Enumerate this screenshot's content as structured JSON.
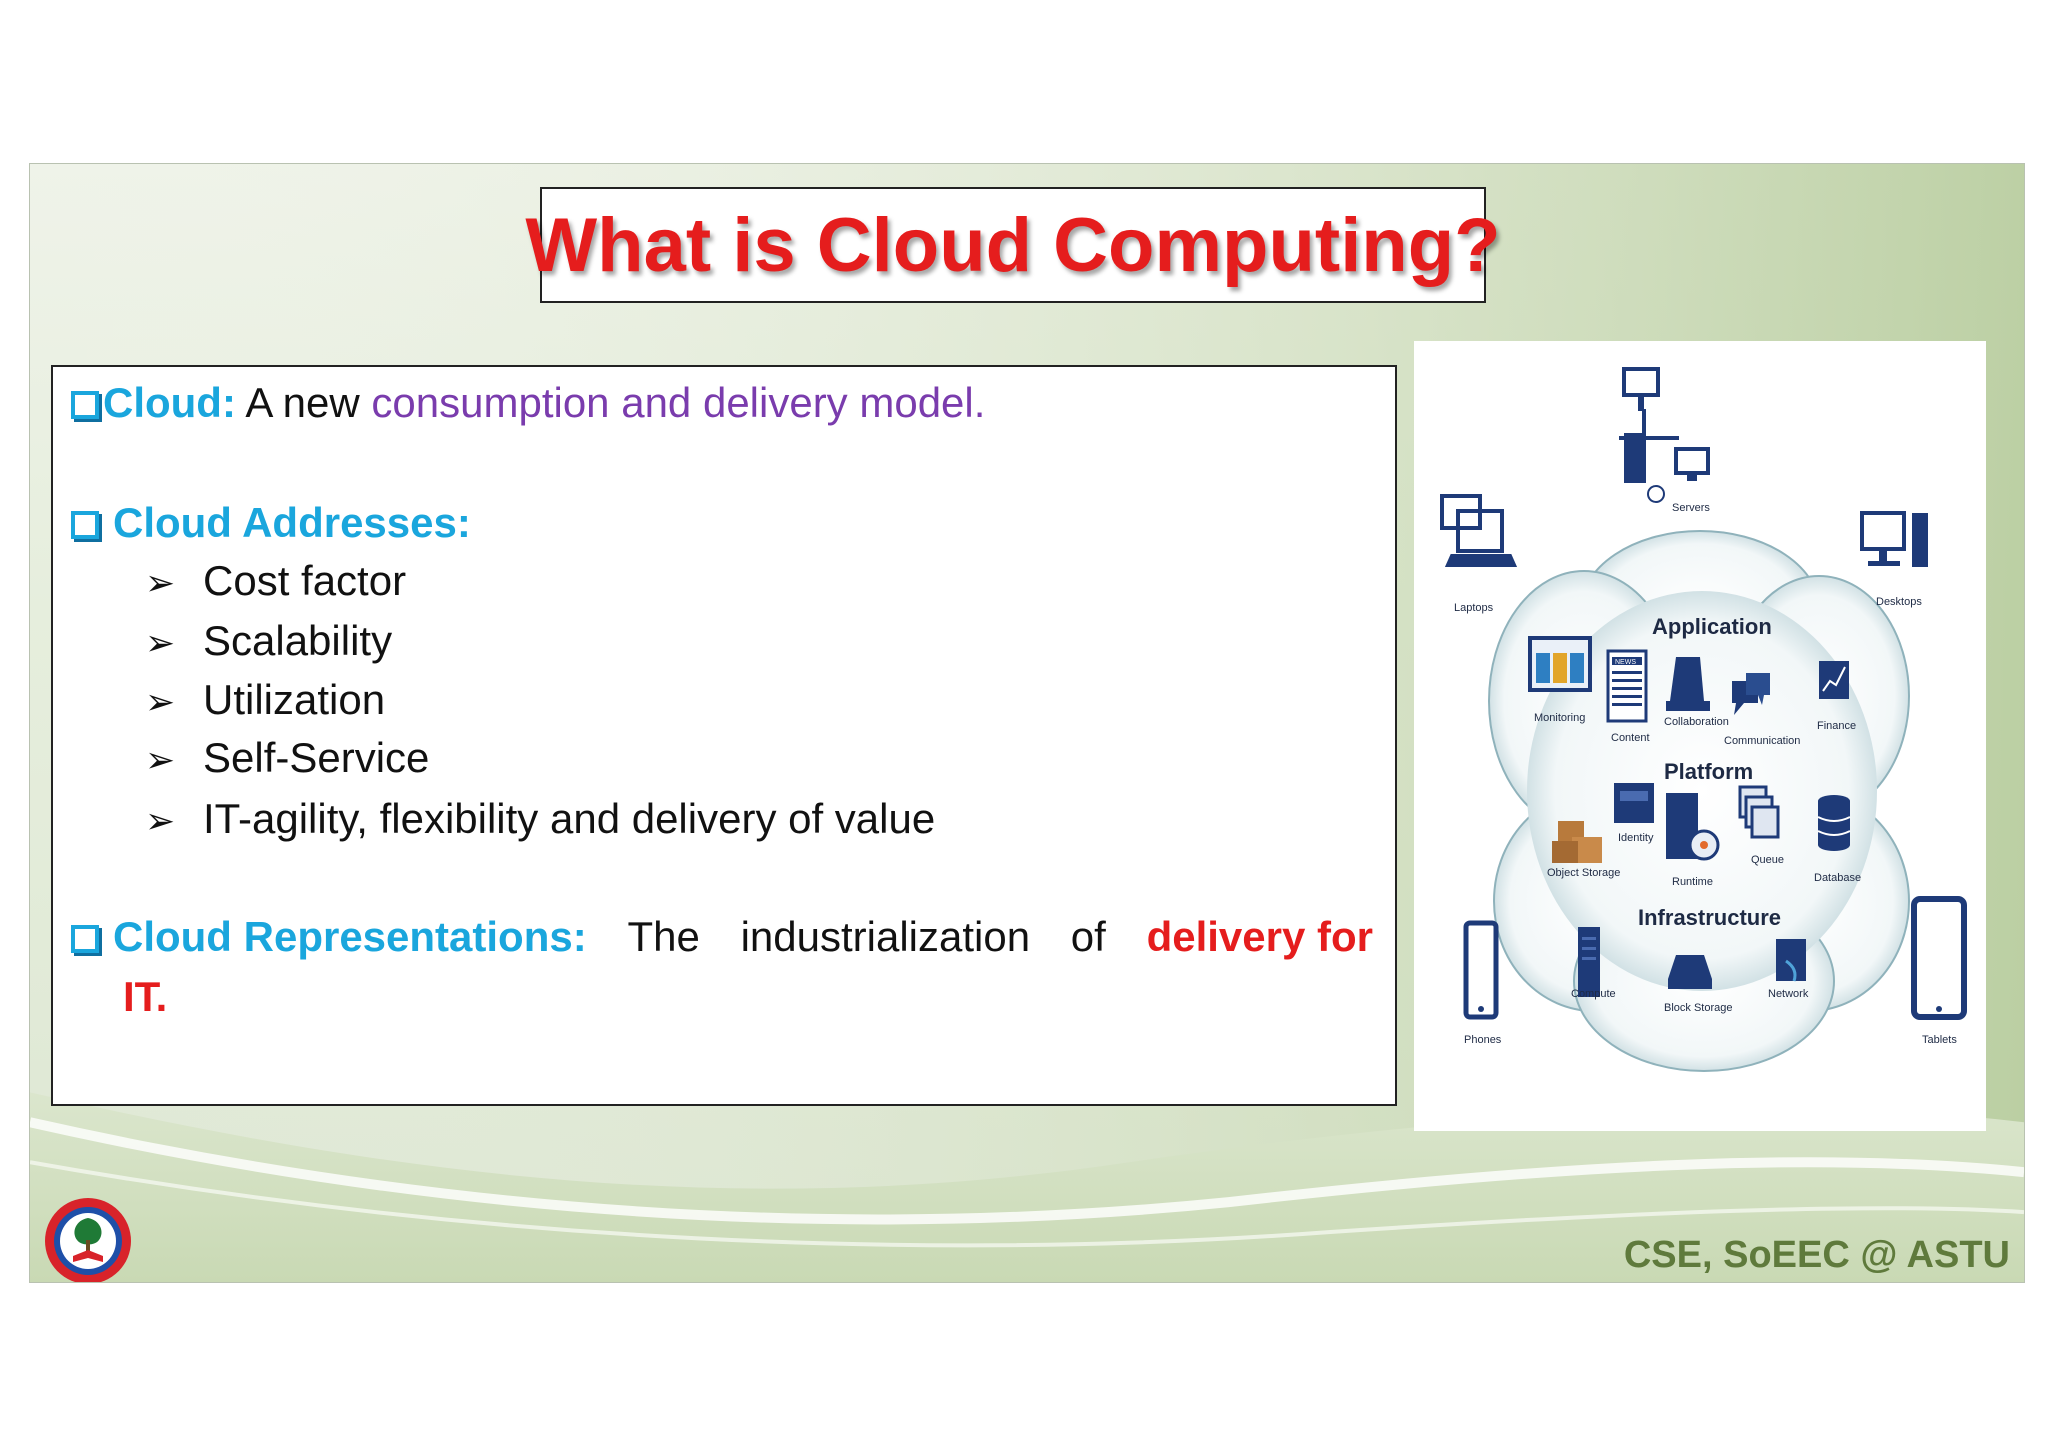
{
  "slide": {
    "title": "What is Cloud Computing?",
    "footer": "CSE, SoEEC @ ASTU",
    "bullet1": {
      "label": "Cloud:",
      "text_plain": "A new",
      "text_highlight": "consumption and delivery model."
    },
    "bullet2": {
      "label": "Cloud Addresses:"
    },
    "addresses": [
      "Cost factor",
      "Scalability",
      "Utilization",
      "Self-Service",
      "IT-agility, flexibility and delivery of value"
    ],
    "bullet3": {
      "label": "Cloud Representations:",
      "words": [
        "The",
        "industrialization",
        "of"
      ],
      "highlight_line1": "delivery for",
      "highlight_line2": "IT."
    }
  },
  "diagram": {
    "servers": "Servers",
    "laptops": "Laptops",
    "desktops": "Desktops",
    "phones": "Phones",
    "tablets": "Tablets",
    "application": "Application",
    "platform": "Platform",
    "infrastructure": "Infrastructure",
    "monitoring": "Monitoring",
    "content": "Content",
    "collaboration": "Collaboration",
    "communication": "Communication",
    "finance": "Finance",
    "identity": "Identity",
    "object_storage": "Object Storage",
    "runtime": "Runtime",
    "queue": "Queue",
    "database": "Database",
    "compute": "Compute",
    "block_storage": "Block Storage",
    "network": "Network",
    "news": "NEWS"
  },
  "colors": {
    "title_red": "#e51d1d",
    "cyan": "#1aa6dd",
    "purple": "#7a3cad",
    "footer_green": "#5f7a3c",
    "icon_navy": "#1e3a78"
  }
}
